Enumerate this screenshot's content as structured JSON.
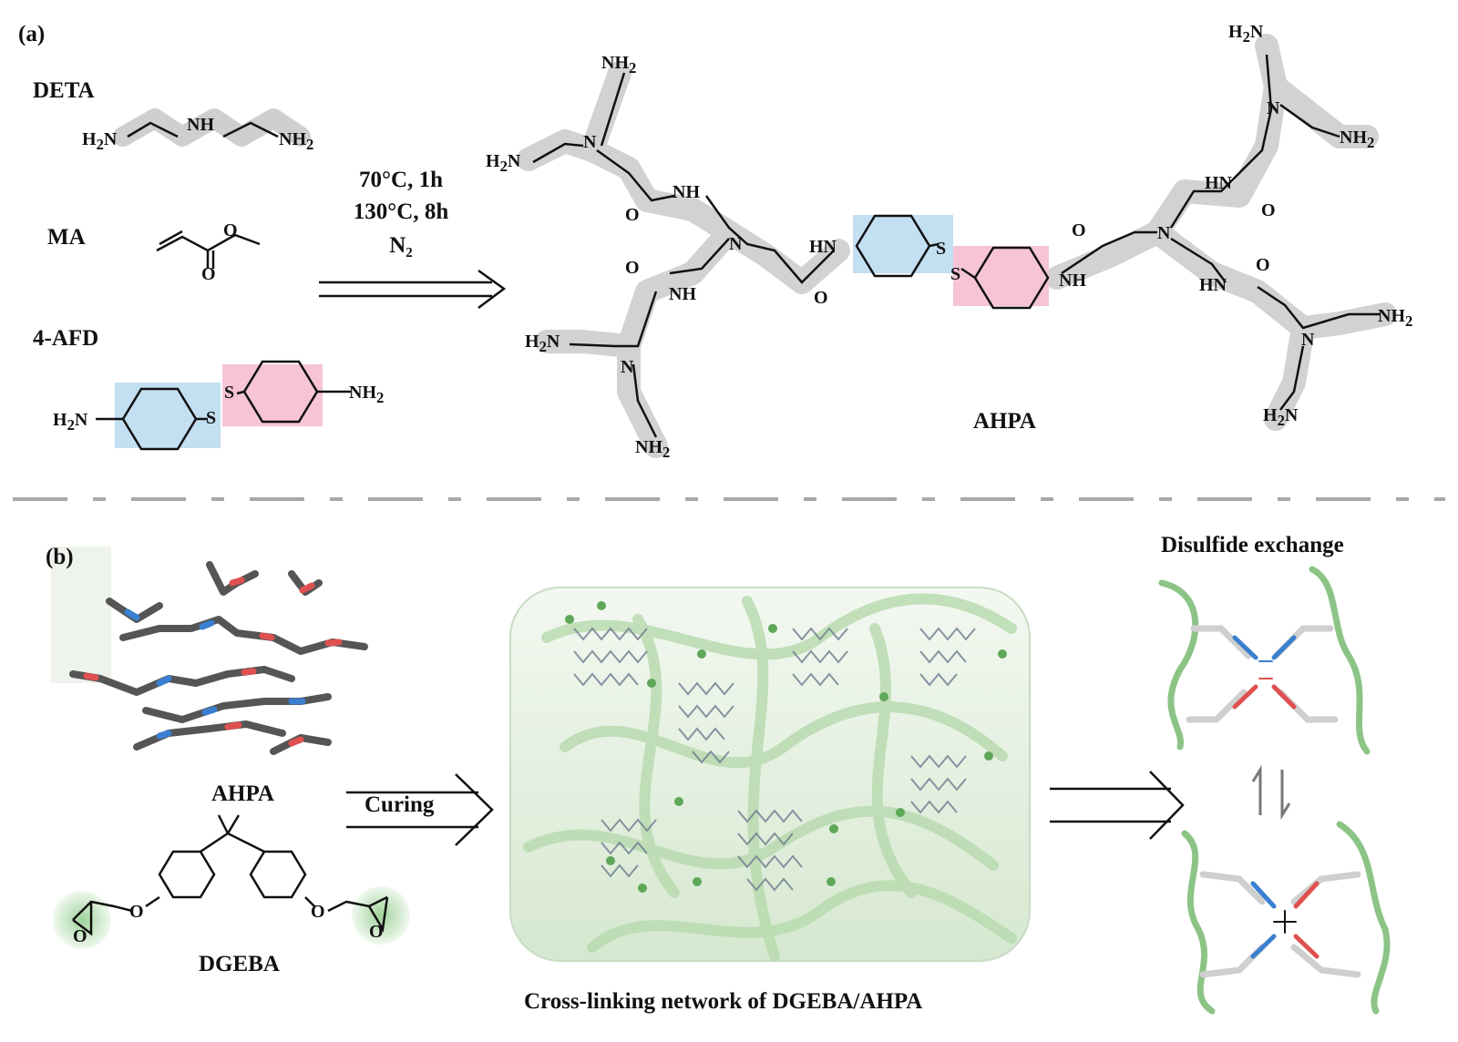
{
  "panel_a": {
    "label": "(a)",
    "reactants": {
      "deta": "DETA",
      "ma": "MA",
      "afd": "4-AFD"
    },
    "conditions": [
      "70°C, 1h",
      "130°C, 8h",
      "N₂"
    ],
    "product": "AHPA"
  },
  "panel_b": {
    "label": "(b)",
    "ahpa_label": "AHPA",
    "dgeba_label": "DGEBA",
    "curing_label": "Curing",
    "network_caption": "Cross-linking network of DGEBA/AHPA",
    "exchange_title": "Disulfide exchange"
  },
  "colors": {
    "blue_highlight": "#c3dff2",
    "pink_highlight": "#f6c4d6",
    "gray_highlight": "#d6d6d6",
    "green_epoxy": "#8fc98a",
    "network_green": "#cfe6c8",
    "red_bond": "#e05050",
    "blue_bond": "#3a7fd0"
  }
}
